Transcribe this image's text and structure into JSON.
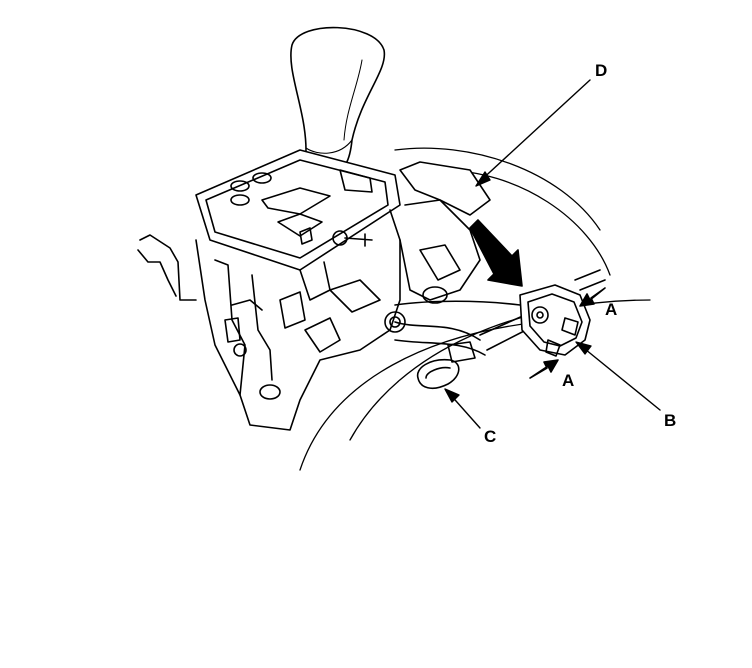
{
  "callouts": {
    "a_upper": "A",
    "a_lower": "A",
    "b": "B",
    "c": "C",
    "d": "D"
  },
  "colors": {
    "ink": "#000000",
    "paper": "#ffffff"
  }
}
